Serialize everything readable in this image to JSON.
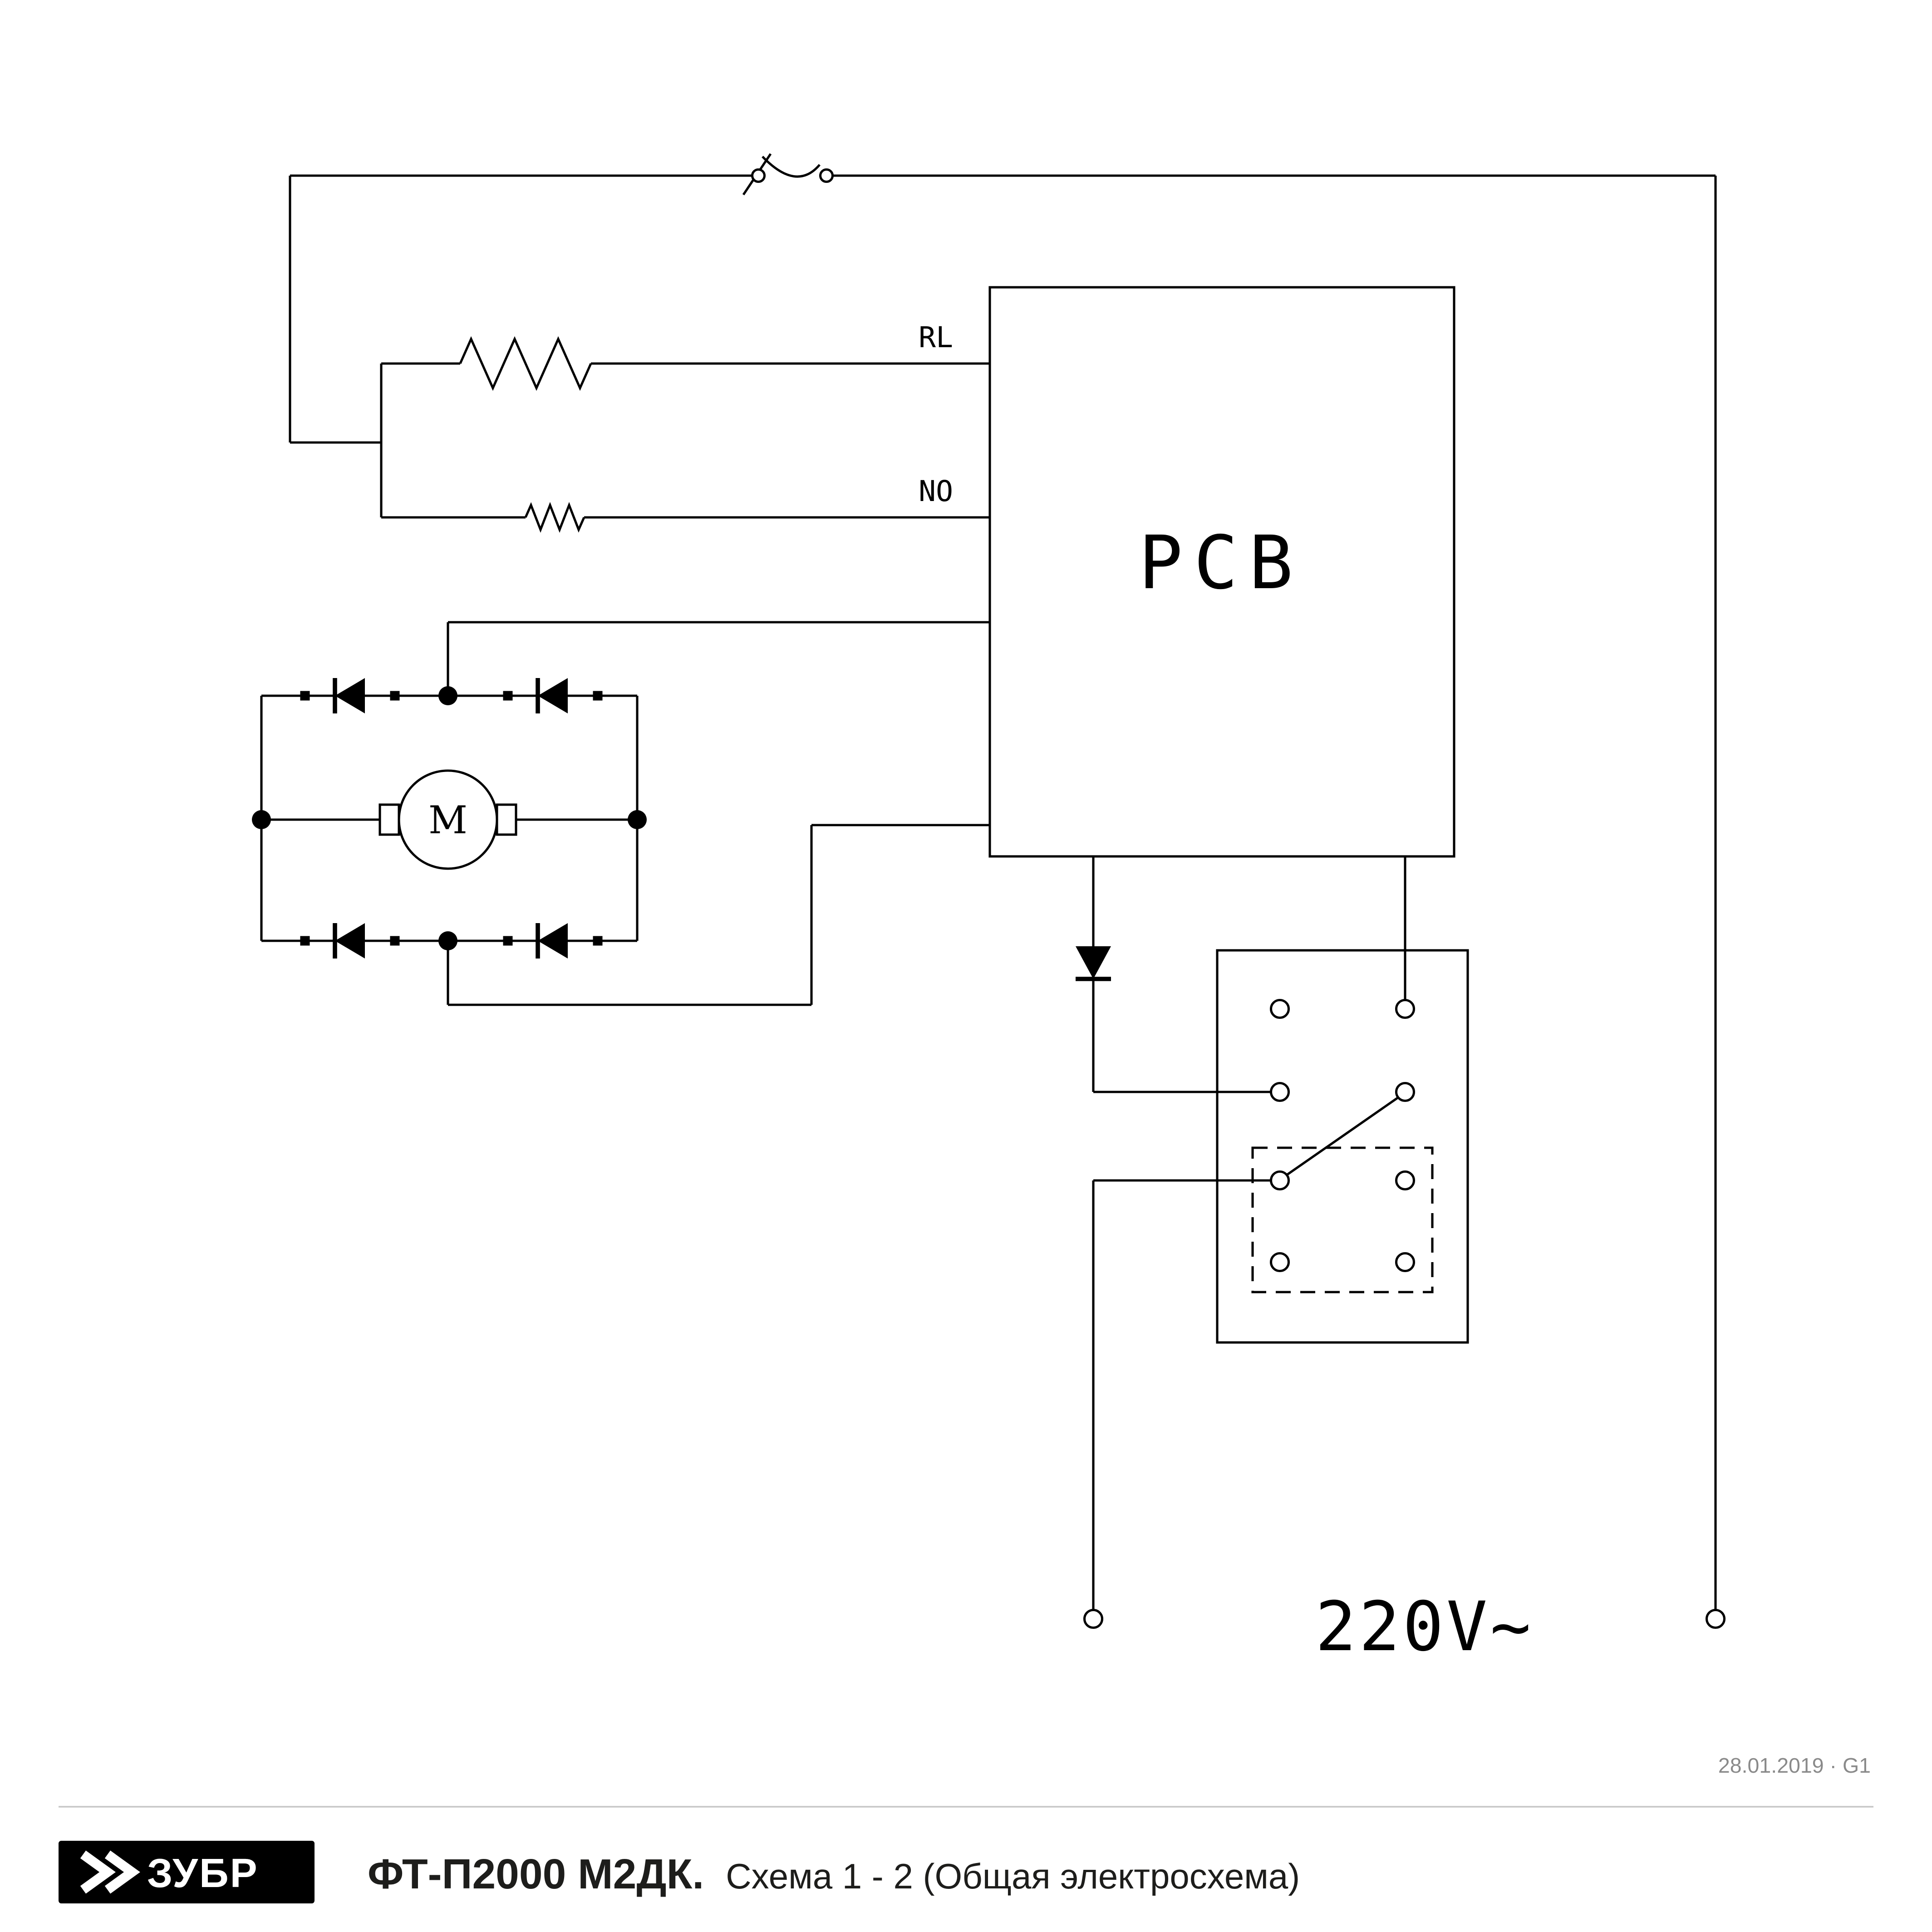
{
  "colors": {
    "line": "#000000",
    "background": "#ffffff",
    "revision_text": "#8a8a8a",
    "separator": "#c7c7c7",
    "logo_background": "#000000",
    "logo_text_color": "#ffffff",
    "footer_text": "#1d1d1b"
  },
  "icons": {
    "logo_mark": "double-chevron-right"
  },
  "schematic": {
    "pcb_label": "PCB",
    "rl_label": "RL",
    "no_label": "NO",
    "motor_label": "M",
    "voltage_label": "220V~"
  },
  "revision": "28.01.2019 · G1",
  "footer": {
    "logo_text": "ЗУБР",
    "model": "ФТ-П2000 М2ДК.",
    "subtitle": "Схема 1 - 2 (Общая электросхема)"
  }
}
